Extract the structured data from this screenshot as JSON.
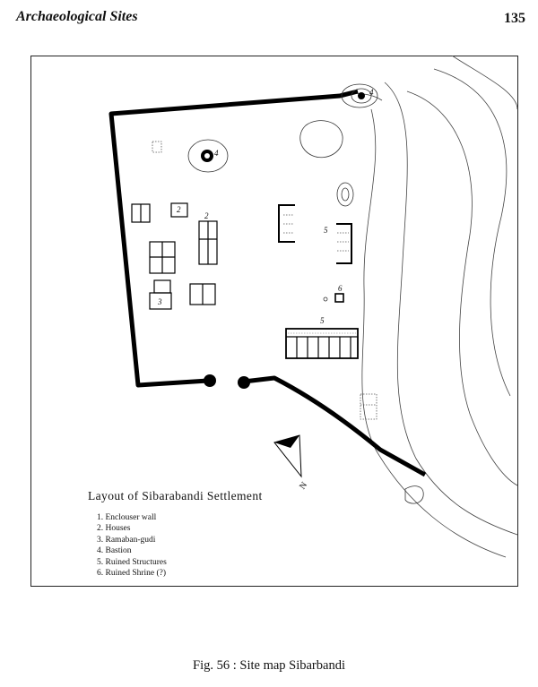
{
  "header": {
    "running_head": "Archaeological Sites",
    "page_number": "135"
  },
  "map": {
    "title": "Layout of Sibarabandi Settlement",
    "legend": [
      "1. Enclouser wall",
      "2. Houses",
      "3. Ramaban-gudi",
      "4. Bastion",
      "5. Ruined Structures",
      "6. Ruined Shrine (?)"
    ],
    "labels": {
      "bastion_a": "4",
      "bastion_b": "4",
      "house_a": "2",
      "house_b": "2",
      "ramaban_gudi": "3",
      "ruined_a": "5",
      "ruined_b": "5",
      "shrine": "6",
      "north": "N"
    }
  },
  "caption": "Fig. 56 : Site map Sibarbandi"
}
